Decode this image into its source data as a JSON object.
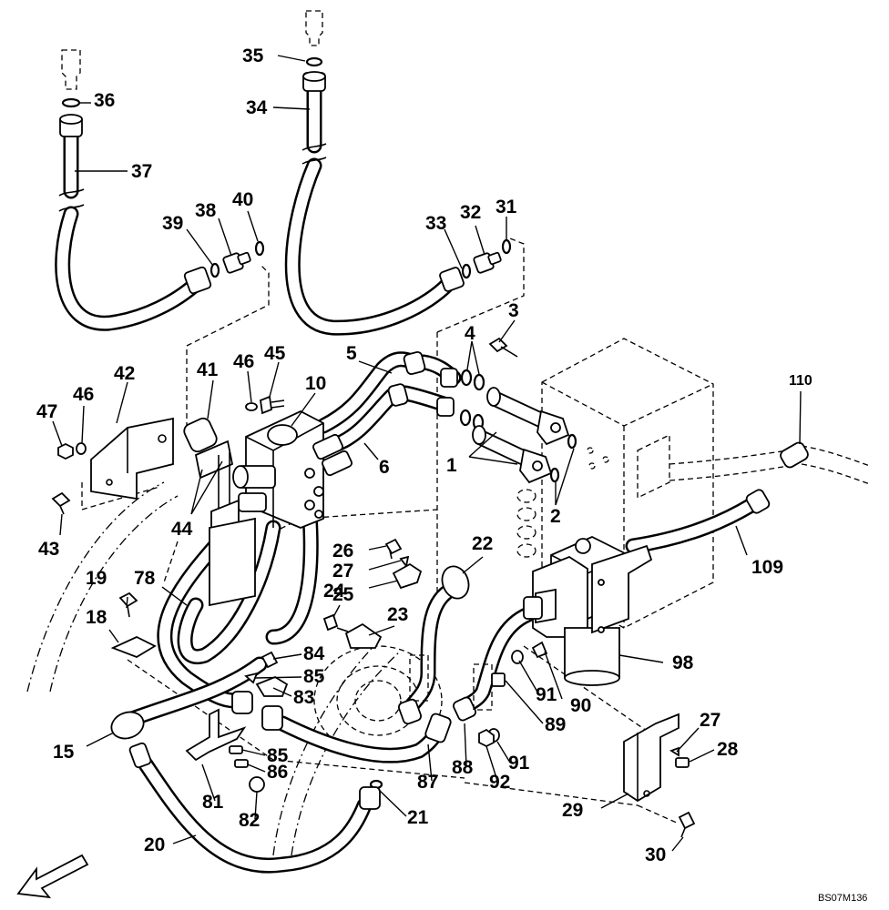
{
  "diagram_code": "BS07M136",
  "callouts": [
    {
      "id": "c36",
      "text": "36"
    },
    {
      "id": "c37",
      "text": "37"
    },
    {
      "id": "c35",
      "text": "35"
    },
    {
      "id": "c34",
      "text": "34"
    },
    {
      "id": "c39",
      "text": "39"
    },
    {
      "id": "c38",
      "text": "38"
    },
    {
      "id": "c40",
      "text": "40"
    },
    {
      "id": "c33",
      "text": "33"
    },
    {
      "id": "c32",
      "text": "32"
    },
    {
      "id": "c31",
      "text": "31"
    },
    {
      "id": "c3",
      "text": "3"
    },
    {
      "id": "c4",
      "text": "4"
    },
    {
      "id": "c5",
      "text": "5"
    },
    {
      "id": "c42",
      "text": "42"
    },
    {
      "id": "c41",
      "text": "41"
    },
    {
      "id": "c46a",
      "text": "46"
    },
    {
      "id": "c45",
      "text": "45"
    },
    {
      "id": "c10",
      "text": "10"
    },
    {
      "id": "c47",
      "text": "47"
    },
    {
      "id": "c46b",
      "text": "46"
    },
    {
      "id": "c110",
      "text": "110"
    },
    {
      "id": "c1",
      "text": "1"
    },
    {
      "id": "c6",
      "text": "6"
    },
    {
      "id": "c2",
      "text": "2"
    },
    {
      "id": "c43",
      "text": "43"
    },
    {
      "id": "c44",
      "text": "44"
    },
    {
      "id": "c26",
      "text": "26"
    },
    {
      "id": "c22",
      "text": "22"
    },
    {
      "id": "c27a",
      "text": "27"
    },
    {
      "id": "c109",
      "text": "109"
    },
    {
      "id": "c78",
      "text": "78"
    },
    {
      "id": "c25",
      "text": "25"
    },
    {
      "id": "c19",
      "text": "19"
    },
    {
      "id": "c24",
      "text": "24"
    },
    {
      "id": "c23",
      "text": "23"
    },
    {
      "id": "c18",
      "text": "18"
    },
    {
      "id": "c84",
      "text": "84"
    },
    {
      "id": "c98",
      "text": "98"
    },
    {
      "id": "c85a",
      "text": "85"
    },
    {
      "id": "c83",
      "text": "83"
    },
    {
      "id": "c91a",
      "text": "91"
    },
    {
      "id": "c90",
      "text": "90"
    },
    {
      "id": "c89",
      "text": "89"
    },
    {
      "id": "c27b",
      "text": "27"
    },
    {
      "id": "c15",
      "text": "15"
    },
    {
      "id": "c85b",
      "text": "85"
    },
    {
      "id": "c28",
      "text": "28"
    },
    {
      "id": "c86",
      "text": "86"
    },
    {
      "id": "c91b",
      "text": "91"
    },
    {
      "id": "c88",
      "text": "88"
    },
    {
      "id": "c92",
      "text": "92"
    },
    {
      "id": "c87",
      "text": "87"
    },
    {
      "id": "c81",
      "text": "81"
    },
    {
      "id": "c29",
      "text": "29"
    },
    {
      "id": "c82",
      "text": "82"
    },
    {
      "id": "c21",
      "text": "21"
    },
    {
      "id": "c20",
      "text": "20"
    },
    {
      "id": "c30",
      "text": "30"
    }
  ]
}
